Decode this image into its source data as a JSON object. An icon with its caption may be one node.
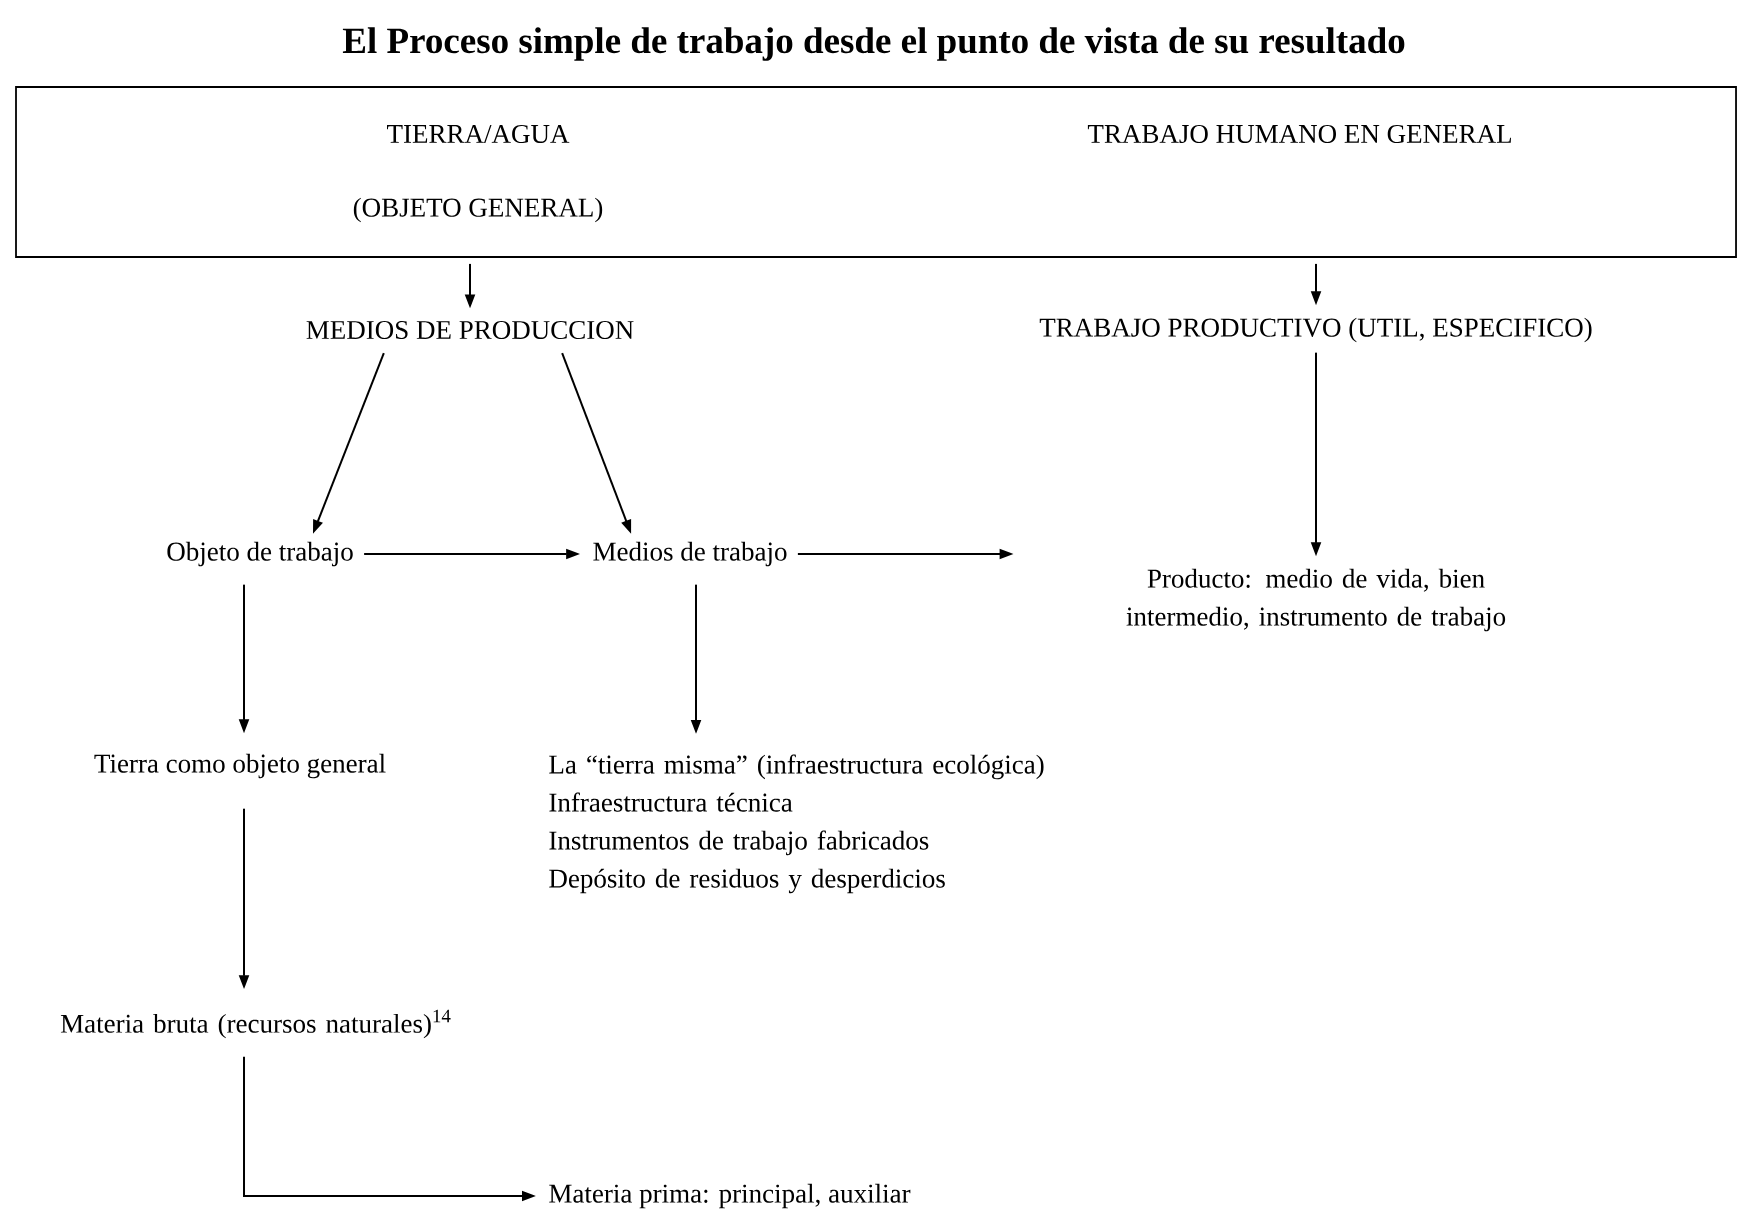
{
  "diagram": {
    "title": "El Proceso simple de trabajo desde el punto de vista de su resultado",
    "nodes": [
      {
        "text": [
          "TIERRA/AGUA",
          "(OBJETO GENERAL)",
          "TRABAJO HUMANO EN GENERAL"
        ]
      },
      {
        "text": [
          "MEDIOS DE PRODUCCION"
        ]
      },
      {
        "text": [
          "TRABAJO PRODUCTIVO (UTIL, ESPECIFICO)"
        ]
      },
      {
        "text": [
          "Objeto de trabajo"
        ]
      },
      {
        "text": [
          "Medios de trabajo"
        ]
      },
      {
        "text": [
          "Producto: medio de vida, bien intermedio, instrumento de trabajo"
        ]
      },
      {
        "text": [
          "Tierra como objeto general"
        ]
      },
      {
        "text": [
          "La “tierra misma” (infraestructura ecológica)",
          "Infraestructura técnica",
          "Instrumentos de trabajo fabricados",
          "Depósito de residuos y desperdicios"
        ]
      },
      {
        "text": [
          "Materia bruta (recursos naturales)$^{14}$"
        ]
      },
      {
        "text": [
          "Materia prima: principal, auxiliar"
        ]
      }
    ],
    "edges": [
      {
        "from": 0,
        "to": 1,
        "arrow": "to"
      },
      {
        "from": 0,
        "to": 2,
        "arrow": "to"
      },
      {
        "from": 1,
        "to": 3,
        "arrow": "to"
      },
      {
        "from": 1,
        "to": 4,
        "arrow": "to"
      },
      {
        "from": 2,
        "to": 5,
        "arrow": "to"
      },
      {
        "from": 3,
        "to": 4,
        "arrow": "to"
      },
      {
        "from": 4,
        "to": 5,
        "arrow": "to"
      },
      {
        "from": 3,
        "to": 6,
        "arrow": "to"
      },
      {
        "from": 4,
        "to": 7,
        "arrow": "to"
      },
      {
        "from": 6,
        "to": 8,
        "arrow": "to"
      },
      {
        "from": 8,
        "to": 9,
        "arrow": "to"
      }
    ]
  }
}
